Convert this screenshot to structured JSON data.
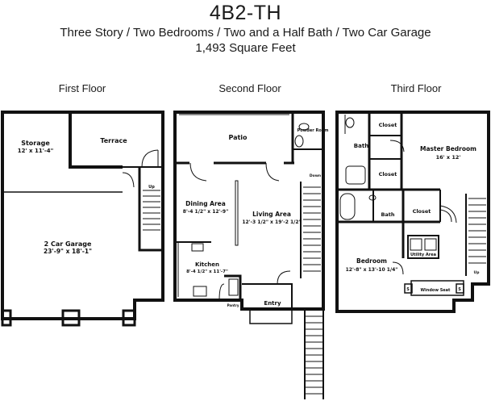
{
  "header": {
    "title": "4B2-TH",
    "subtitle": "Three Story / Two Bedrooms / Two and a Half Bath / Two Car Garage",
    "square_feet": "1,493 Square Feet"
  },
  "floors": {
    "first": {
      "label": "First Floor",
      "rooms": {
        "storage": {
          "name": "Storage",
          "dims": "12' x 11'-4\""
        },
        "terrace": {
          "name": "Terrace"
        },
        "garage": {
          "name": "2 Car Garage",
          "dims": "23'-9\" x 18'-1\""
        },
        "stair_up": "Up"
      }
    },
    "second": {
      "label": "Second Floor",
      "rooms": {
        "patio": {
          "name": "Patio"
        },
        "powder": {
          "name": "Powder Room"
        },
        "dining": {
          "name": "Dining Area",
          "dims": "8'-4 1/2\" x 12'-9\""
        },
        "living": {
          "name": "Living Area",
          "dims": "12'-3 1/2\" x 19'-2 1/2\""
        },
        "kitchen": {
          "name": "Kitchen",
          "dims": "8'-4 1/2\" x 11'-7\""
        },
        "pantry": "Pantry",
        "entry": {
          "name": "Entry"
        },
        "stair_down": "Down"
      }
    },
    "third": {
      "label": "Third Floor",
      "rooms": {
        "closet_top": {
          "name": "Closet"
        },
        "bath_top": {
          "name": "Bath"
        },
        "closet_mid": {
          "name": "Closet"
        },
        "master": {
          "name": "Master Bedroom",
          "dims": "16' x 12'"
        },
        "bath_mid": {
          "name": "Bath"
        },
        "closet_right": {
          "name": "Closet"
        },
        "utility": {
          "name": "Utility Area"
        },
        "bedroom": {
          "name": "Bedroom",
          "dims": "12'-8\" x 13'-10 1/4\""
        },
        "window_seat": {
          "name": "Window Seat"
        },
        "ws_left": "S",
        "ws_right": "S",
        "stair_up": "Up"
      }
    }
  }
}
